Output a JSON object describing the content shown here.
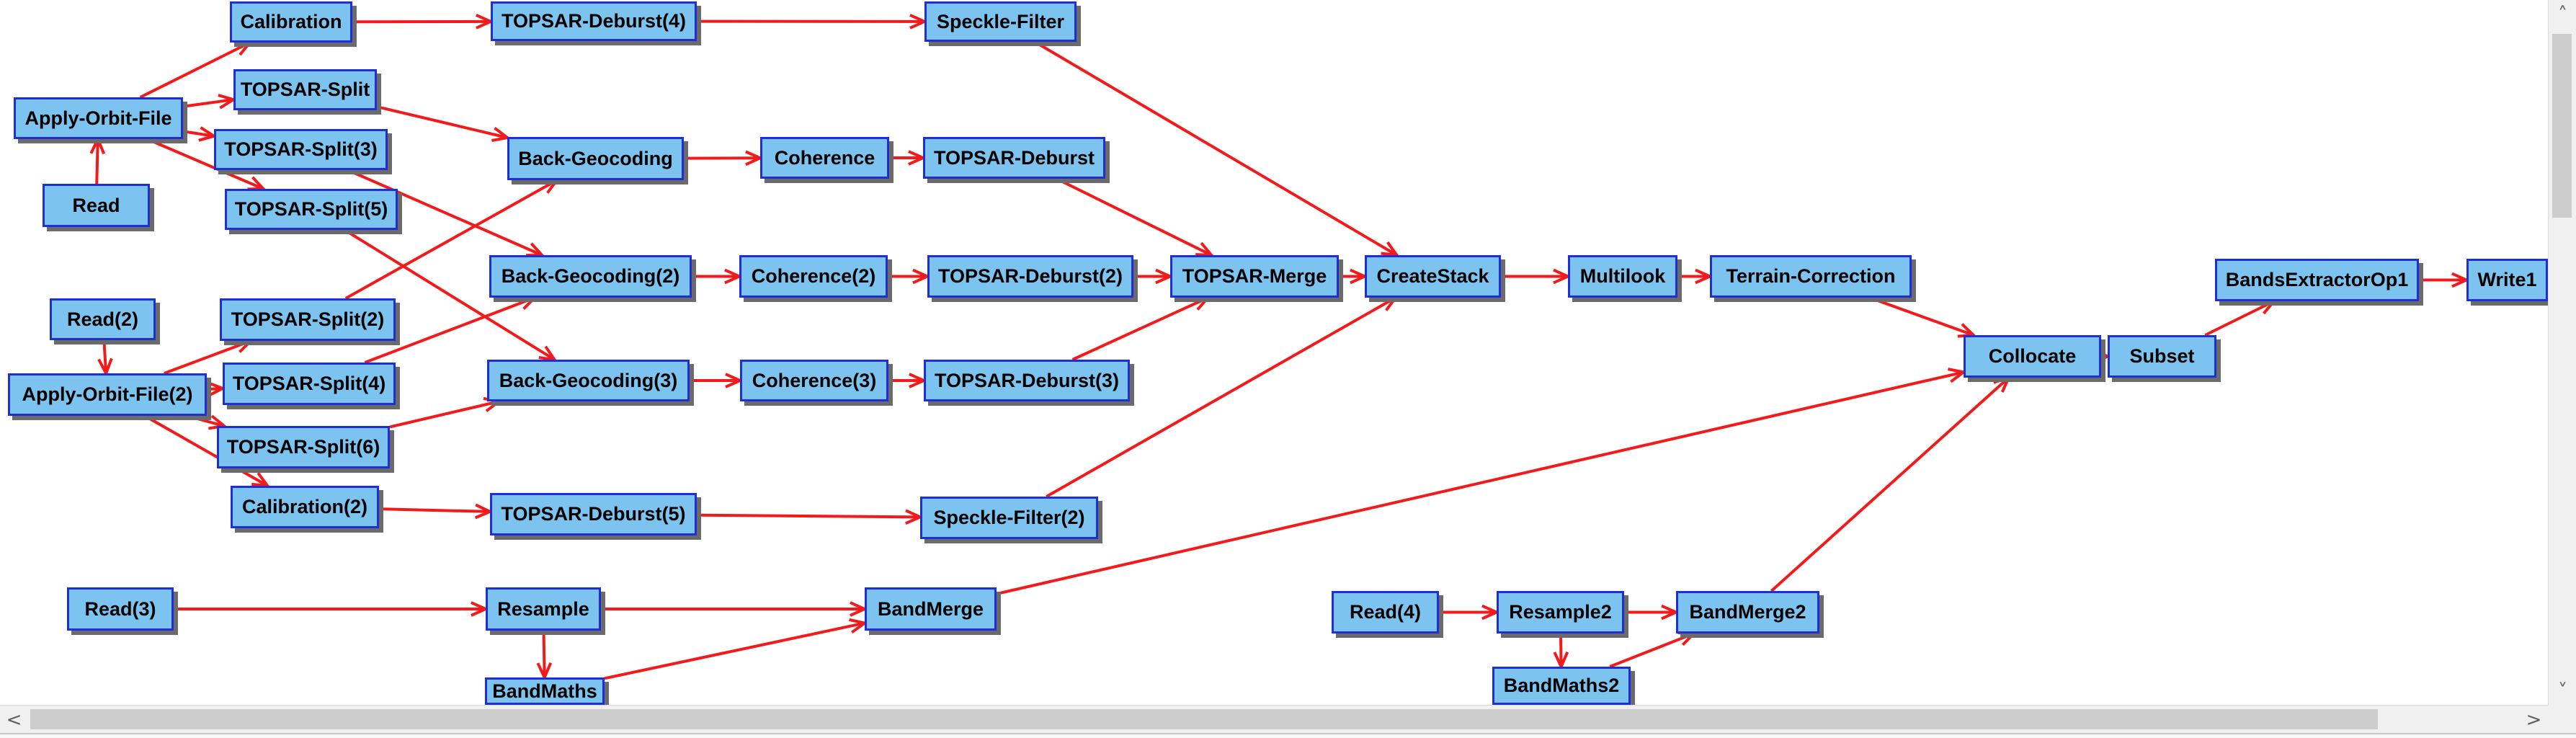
{
  "graph": {
    "nodes": [
      {
        "id": "calibration",
        "label": "Calibration"
      },
      {
        "id": "topsar-deburst-4",
        "label": "TOPSAR-Deburst(4)"
      },
      {
        "id": "speckle-filter",
        "label": "Speckle-Filter"
      },
      {
        "id": "apply-orbit-file",
        "label": "Apply-Orbit-File"
      },
      {
        "id": "topsar-split",
        "label": "TOPSAR-Split"
      },
      {
        "id": "topsar-split-3",
        "label": "TOPSAR-Split(3)"
      },
      {
        "id": "topsar-split-5",
        "label": "TOPSAR-Split(5)"
      },
      {
        "id": "read",
        "label": "Read"
      },
      {
        "id": "back-geocoding",
        "label": "Back-Geocoding"
      },
      {
        "id": "coherence",
        "label": "Coherence"
      },
      {
        "id": "topsar-deburst",
        "label": "TOPSAR-Deburst"
      },
      {
        "id": "read-2",
        "label": "Read(2)"
      },
      {
        "id": "topsar-split-2",
        "label": "TOPSAR-Split(2)"
      },
      {
        "id": "back-geocoding-2",
        "label": "Back-Geocoding(2)"
      },
      {
        "id": "coherence-2",
        "label": "Coherence(2)"
      },
      {
        "id": "topsar-deburst-2",
        "label": "TOPSAR-Deburst(2)"
      },
      {
        "id": "topsar-merge",
        "label": "TOPSAR-Merge"
      },
      {
        "id": "createstack",
        "label": "CreateStack"
      },
      {
        "id": "multilook",
        "label": "Multilook"
      },
      {
        "id": "terrain-correction",
        "label": "Terrain-Correction"
      },
      {
        "id": "bandsextractorop1",
        "label": "BandsExtractorOp1"
      },
      {
        "id": "write1",
        "label": "Write1"
      },
      {
        "id": "apply-orbit-file-2",
        "label": "Apply-Orbit-File(2)"
      },
      {
        "id": "topsar-split-4",
        "label": "TOPSAR-Split(4)"
      },
      {
        "id": "back-geocoding-3",
        "label": "Back-Geocoding(3)"
      },
      {
        "id": "coherence-3",
        "label": "Coherence(3)"
      },
      {
        "id": "topsar-deburst-3",
        "label": "TOPSAR-Deburst(3)"
      },
      {
        "id": "collocate",
        "label": "Collocate"
      },
      {
        "id": "subset",
        "label": "Subset"
      },
      {
        "id": "topsar-split-6",
        "label": "TOPSAR-Split(6)"
      },
      {
        "id": "calibration-2",
        "label": "Calibration(2)"
      },
      {
        "id": "topsar-deburst-5",
        "label": "TOPSAR-Deburst(5)"
      },
      {
        "id": "speckle-filter-2",
        "label": "Speckle-Filter(2)"
      },
      {
        "id": "read-3",
        "label": "Read(3)"
      },
      {
        "id": "resample",
        "label": "Resample"
      },
      {
        "id": "bandmerge",
        "label": "BandMerge"
      },
      {
        "id": "read-4",
        "label": "Read(4)"
      },
      {
        "id": "resample2",
        "label": "Resample2"
      },
      {
        "id": "bandmerge2",
        "label": "BandMerge2"
      },
      {
        "id": "bandmaths",
        "label": "BandMaths"
      },
      {
        "id": "bandmaths2",
        "label": "BandMaths2"
      }
    ],
    "edges": [
      [
        "read",
        "apply-orbit-file"
      ],
      [
        "apply-orbit-file",
        "calibration"
      ],
      [
        "apply-orbit-file",
        "topsar-split"
      ],
      [
        "apply-orbit-file",
        "topsar-split-3"
      ],
      [
        "apply-orbit-file",
        "topsar-split-5"
      ],
      [
        "calibration",
        "topsar-deburst-4"
      ],
      [
        "topsar-deburst-4",
        "speckle-filter"
      ],
      [
        "speckle-filter",
        "createstack"
      ],
      [
        "topsar-split",
        "back-geocoding"
      ],
      [
        "topsar-split-3",
        "back-geocoding-2"
      ],
      [
        "topsar-split-5",
        "back-geocoding-3"
      ],
      [
        "read-2",
        "apply-orbit-file-2"
      ],
      [
        "apply-orbit-file-2",
        "topsar-split-2"
      ],
      [
        "apply-orbit-file-2",
        "topsar-split-4"
      ],
      [
        "apply-orbit-file-2",
        "topsar-split-6"
      ],
      [
        "apply-orbit-file-2",
        "calibration-2"
      ],
      [
        "topsar-split-2",
        "back-geocoding"
      ],
      [
        "topsar-split-4",
        "back-geocoding-2"
      ],
      [
        "topsar-split-6",
        "back-geocoding-3"
      ],
      [
        "back-geocoding",
        "coherence"
      ],
      [
        "coherence",
        "topsar-deburst"
      ],
      [
        "topsar-deburst",
        "topsar-merge"
      ],
      [
        "back-geocoding-2",
        "coherence-2"
      ],
      [
        "coherence-2",
        "topsar-deburst-2"
      ],
      [
        "topsar-deburst-2",
        "topsar-merge"
      ],
      [
        "back-geocoding-3",
        "coherence-3"
      ],
      [
        "coherence-3",
        "topsar-deburst-3"
      ],
      [
        "topsar-deburst-3",
        "topsar-merge"
      ],
      [
        "topsar-merge",
        "createstack"
      ],
      [
        "calibration-2",
        "topsar-deburst-5"
      ],
      [
        "topsar-deburst-5",
        "speckle-filter-2"
      ],
      [
        "speckle-filter-2",
        "createstack"
      ],
      [
        "createstack",
        "multilook"
      ],
      [
        "multilook",
        "terrain-correction"
      ],
      [
        "terrain-correction",
        "collocate"
      ],
      [
        "collocate",
        "subset"
      ],
      [
        "subset",
        "bandsextractorop1"
      ],
      [
        "bandsextractorop1",
        "write1"
      ],
      [
        "read-3",
        "resample"
      ],
      [
        "resample",
        "bandmerge"
      ],
      [
        "resample",
        "bandmaths"
      ],
      [
        "bandmaths",
        "bandmerge"
      ],
      [
        "bandmerge",
        "collocate"
      ],
      [
        "read-4",
        "resample2"
      ],
      [
        "resample2",
        "bandmerge2"
      ],
      [
        "resample2",
        "bandmaths2"
      ],
      [
        "bandmaths2",
        "bandmerge2"
      ],
      [
        "bandmerge2",
        "collocate"
      ]
    ]
  },
  "scrollbars": {
    "up_arrow": "˄",
    "down_arrow": "˅",
    "left_arrow": "<",
    "right_arrow": ">"
  },
  "colors": {
    "node_fill": "#7cc4ef",
    "node_border": "#1e2fd6",
    "edge": "#f21a1a",
    "background": "#ffffff"
  }
}
